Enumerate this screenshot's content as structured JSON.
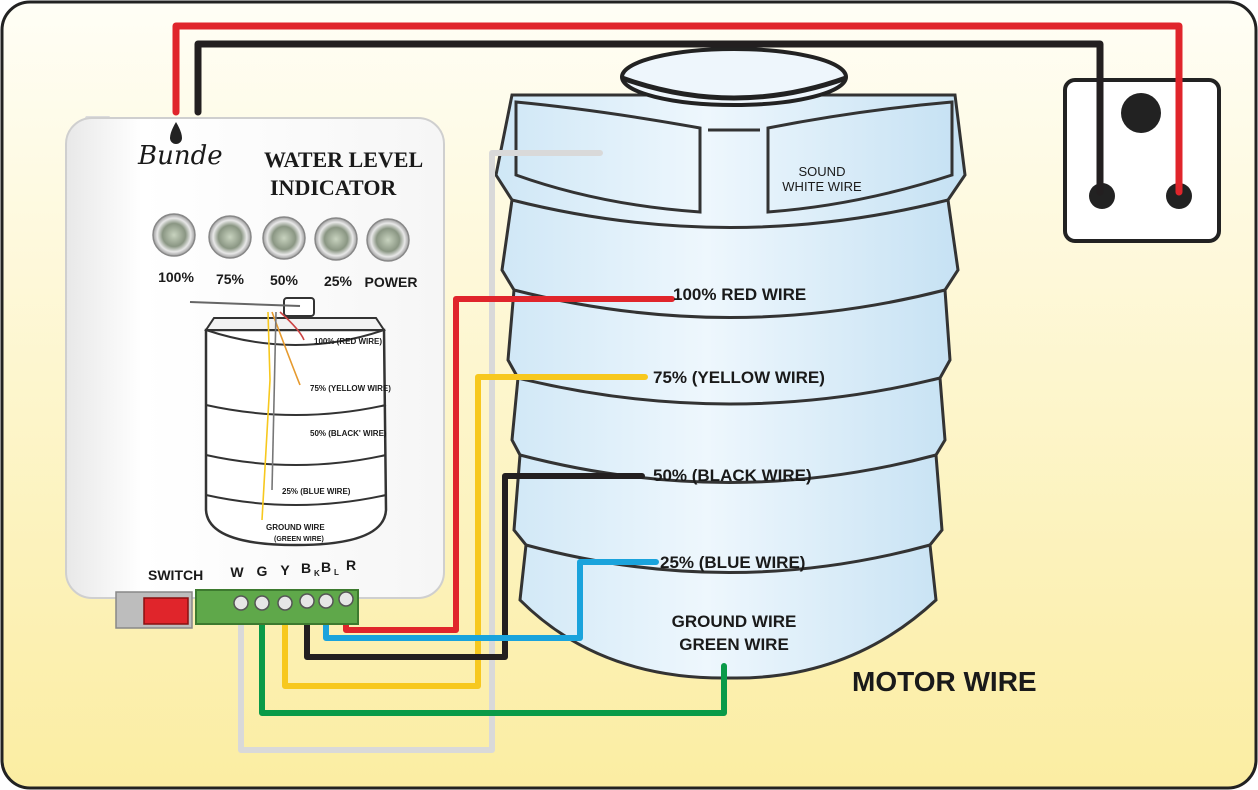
{
  "device": {
    "brand": "Bunde",
    "title_line1": "WATER LEVEL",
    "title_line2": "INDICATOR",
    "leds": [
      "100%",
      "75%",
      "50%",
      "25%",
      "POWER"
    ],
    "switch_label": "SWITCH",
    "terminals": [
      "W",
      "G",
      "Y",
      "B",
      "B",
      "R"
    ],
    "terminal_subs": [
      "",
      "",
      "",
      "K",
      "L",
      ""
    ],
    "mini_labels": {
      "red": "100% (RED WIRE)",
      "yellow": "75% (YELLOW WIRE)",
      "black": "50% (BLACK' WIRE)",
      "blue": "25% (BLUE WIRE)",
      "ground1": "GROUND WIRE",
      "ground2": "(GREEN WIRE)"
    }
  },
  "tank": {
    "sound_line1": "SOUND",
    "sound_line2": "WHITE WIRE",
    "red": "100% RED WIRE",
    "yellow": "75% (YELLOW WIRE)",
    "black": "50% (BLACK WIRE)",
    "blue": "25% (BLUE WIRE)",
    "ground1": "GROUND WIRE",
    "ground2": "GREEN WIRE"
  },
  "motor_label": "MOTOR WIRE",
  "colors": {
    "red": "#e0252b",
    "yellow": "#f7c81e",
    "black": "#231f20",
    "blue": "#1aa3dc",
    "green": "#0a9a48",
    "white_wire": "#d9d9d9",
    "tank": "#d6ecf8",
    "background_top": "#fffdf2",
    "background_bottom": "#fbeea4"
  }
}
